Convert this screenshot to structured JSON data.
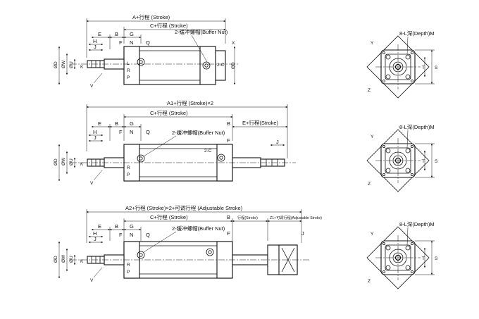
{
  "labels": {
    "A": "A",
    "A1": "A1",
    "A2": "A2",
    "stroke_cn": "+行程",
    "stroke_en": "(Stroke)",
    "x2": "×2",
    "x2plus": "×2+",
    "adjustable_cn": "可调行程",
    "adjustable_en": "(Adjustable Stroke)",
    "C": "C",
    "E": "E",
    "B": "B",
    "G": "G",
    "H": "H",
    "J": "J",
    "F": "F",
    "N": "N",
    "Q": "Q",
    "K": "K",
    "V": "V",
    "X": "X",
    "R": "R",
    "P": "P",
    "L": "L",
    "Y": "Y",
    "T": "T",
    "S": "S",
    "Z": "Z",
    "Z1": "Z1",
    "OD": "ØD",
    "OW": "ØW",
    "OU": "ØU",
    "two_C": "2-C",
    "buffer_cn": "2-缓冲螺帽",
    "buffer_en": "(Buffer Nut)",
    "depth_label": "8-L深(Depth)M",
    "E_stroke": "E+行程(Stroke)",
    "stroke_small": "行程(Stroke)",
    "z1_adjustable": "Z1+可调行程(Adjustable Stroke)"
  }
}
